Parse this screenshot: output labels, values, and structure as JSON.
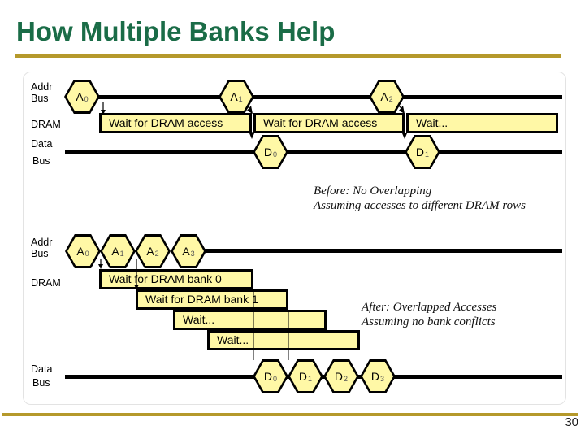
{
  "slide": {
    "title": "How Multiple Banks Help",
    "page_number": "30"
  },
  "colors": {
    "title_green": "#1A6C47",
    "accent_gold": "#B5992B",
    "node_fill_yellow": "#FFF8A6",
    "line_black": "#000000"
  },
  "before": {
    "addr_label": [
      "Addr",
      "Bus"
    ],
    "dram_label": "DRAM",
    "data_label": [
      "Data",
      "Bus"
    ],
    "addr_hexes": [
      {
        "main": "A",
        "sub": "0"
      },
      {
        "main": "A",
        "sub": "1"
      },
      {
        "main": "A",
        "sub": "2"
      }
    ],
    "dram_boxes": [
      "Wait for DRAM access",
      "Wait for DRAM access",
      "Wait..."
    ],
    "data_hexes": [
      {
        "main": "D",
        "sub": "0"
      },
      {
        "main": "D",
        "sub": "1"
      }
    ],
    "caption": [
      "Before: No Overlapping",
      "Assuming accesses to different DRAM rows"
    ]
  },
  "after": {
    "addr_label": [
      "Addr",
      "Bus"
    ],
    "dram_label": "DRAM",
    "data_label": [
      "Data",
      "Bus"
    ],
    "addr_hexes": [
      {
        "main": "A",
        "sub": "0"
      },
      {
        "main": "A",
        "sub": "1"
      },
      {
        "main": "A",
        "sub": "2"
      },
      {
        "main": "A",
        "sub": "3"
      }
    ],
    "dram_boxes": [
      "Wait for DRAM bank 0",
      "Wait for DRAM bank 1",
      "Wait...",
      "Wait..."
    ],
    "data_hexes": [
      {
        "main": "D",
        "sub": "0"
      },
      {
        "main": "D",
        "sub": "1"
      },
      {
        "main": "D",
        "sub": "2"
      },
      {
        "main": "D",
        "sub": "3"
      }
    ],
    "caption": [
      "After: Overlapped Accesses",
      "Assuming no bank conflicts"
    ]
  }
}
